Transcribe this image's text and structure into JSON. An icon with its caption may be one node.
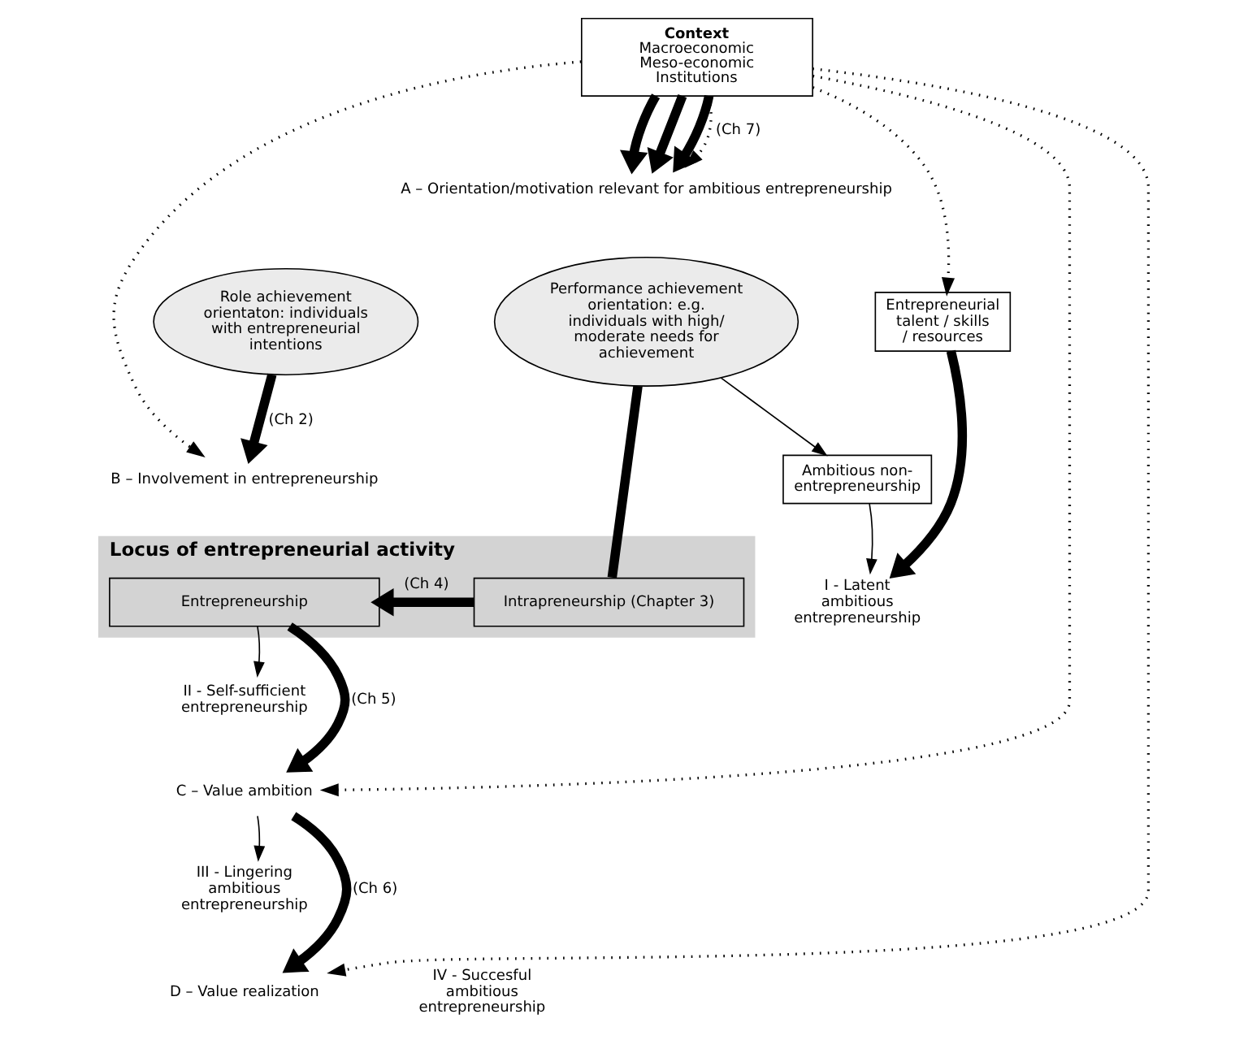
{
  "diagram": {
    "nodes": [
      {
        "text": [
          "Context",
          "Macroeconomic Meso-economic Institutions"
        ]
      },
      {
        "text": [
          "A – Orientation/motivation relevant for ambitious entrepreneurship"
        ]
      },
      {
        "text": [
          "Role achievement orientaton: individuals with entrepreneurial intentions"
        ]
      },
      {
        "text": [
          "Performance achievement orientation: e.g. individuals with high/ moderate needs for achievement"
        ]
      },
      {
        "text": [
          "Entrepreneurial talent / skills / resources"
        ]
      },
      {
        "text": [
          "B – Involvement in entrepreneurship"
        ]
      },
      {
        "text": [
          "Ambitious non-entrepreneurship"
        ]
      },
      {
        "text": [
          "I - Latent ambitious entrepreneurship"
        ]
      },
      {
        "text": [
          "Locus of entrepreneurial activity"
        ]
      },
      {
        "text": [
          "Entrepreneurship"
        ],
        "in": 8
      },
      {
        "text": [
          "Intrapreneurship (Chapter 3)"
        ],
        "in": 8
      },
      {
        "text": [
          "II - Self-sufficient entrepreneurship"
        ]
      },
      {
        "text": [
          "C – Value ambition"
        ]
      },
      {
        "text": [
          "III - Lingering ambitious entrepreneurship"
        ]
      },
      {
        "text": [
          "D – Value realization"
        ]
      }
    ],
    "edges": [
      {
        "from": 0,
        "to": 1,
        "arrow": "to",
        "style": "thick"
      },
      {
        "from": 0,
        "to": 1,
        "arrow": "to",
        "style": "thick"
      },
      {
        "from": 0,
        "to": 1,
        "arrow": "to",
        "style": "thick"
      },
      {
        "from": 0,
        "to": 4,
        "arrow": "to",
        "style": "dashed"
      },
      {
        "from": 0,
        "to": 1,
        "arrow": "to",
        "style": "dashed",
        "label": "(Ch 7)"
      },
      {
        "from": 0,
        "to": 5,
        "arrow": "to",
        "style": "dashed"
      },
      {
        "from": 0,
        "to": 12,
        "arrow": "to",
        "style": "dashed"
      },
      {
        "from": 0,
        "to": 14,
        "arrow": "to",
        "style": "dashed"
      },
      {
        "from": 2,
        "to": 5,
        "arrow": "to",
        "style": "thick",
        "label": "(Ch 2)"
      },
      {
        "from": 3,
        "to": 10,
        "arrow": "none",
        "style": "thick"
      },
      {
        "from": 3,
        "to": 6,
        "arrow": "to"
      },
      {
        "from": 4,
        "to": 7,
        "arrow": "to",
        "style": "thick"
      },
      {
        "from": 6,
        "to": 7,
        "arrow": "to"
      },
      {
        "from": 10,
        "to": 9,
        "arrow": "to",
        "style": "thick",
        "label": "(Ch 4)"
      },
      {
        "from": 9,
        "to": 11,
        "arrow": "to"
      },
      {
        "from": 9,
        "to": 12,
        "arrow": "to",
        "style": "thick",
        "label": "(Ch 5)"
      },
      {
        "from": 12,
        "to": 13,
        "arrow": "to"
      },
      {
        "from": 12,
        "to": 14,
        "arrow": "to",
        "style": "thick",
        "label": "(Ch 6)"
      }
    ],
    "labels": [
      "IV - Succesful ambitious entrepreneurship"
    ]
  }
}
